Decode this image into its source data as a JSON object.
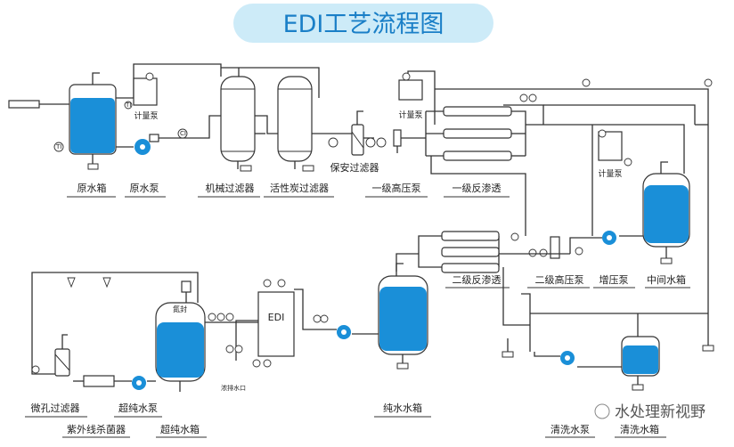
{
  "title": "EDI工艺流程图",
  "colors": {
    "title_bg": "#cdebf8",
    "title_text": "#1a7fc7",
    "water": "#1a8fd8",
    "pipe": "#333333"
  },
  "labels": {
    "raw_tank": "原水箱",
    "raw_pump": "原水泵",
    "mech_filter": "机械过滤器",
    "carbon_filter": "活性炭过滤器",
    "security_filter": "保安过滤器",
    "hp_pump_1": "一级高压泵",
    "ro_1": "一级反渗透",
    "dosing_pump_1": "计量泵",
    "dosing_pump_2": "计量泵",
    "dosing_pump_3": "计量泵",
    "booster_pump": "增压泵",
    "mid_tank": "中间水箱",
    "ro_2": "二级反渗透",
    "hp_pump_2": "二级高压泵",
    "micro_filter": "微孔过滤器",
    "uv_sterilizer": "紫外线杀菌器",
    "up_pump": "超纯水泵",
    "up_tank": "超纯水箱",
    "edi": "EDI",
    "pure_tank": "纯水水箱",
    "clean_pump": "清洗水泵",
    "clean_tank": "清洗水箱",
    "nitrogen_seal": "氮封",
    "conc_drain": "浓排水口"
  },
  "watermark": "水处理新视野"
}
